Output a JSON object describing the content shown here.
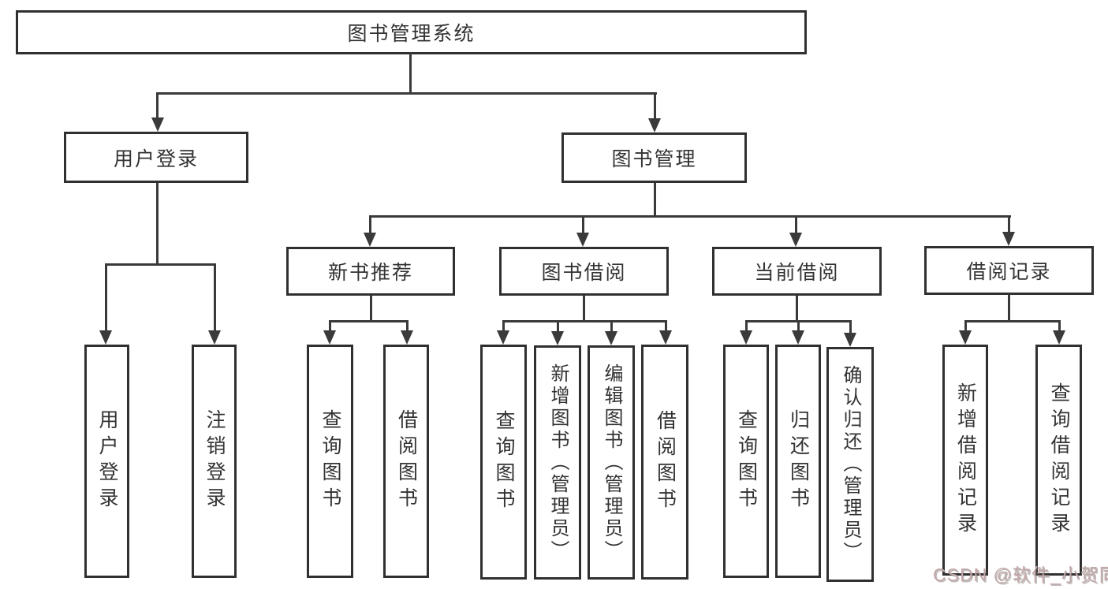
{
  "diagram_title": "图书管理系统",
  "tree": {
    "label": "图书管理系统",
    "children": [
      {
        "label": "用户登录",
        "children": [
          {
            "label": "用户登录"
          },
          {
            "label": "注销登录"
          }
        ]
      },
      {
        "label": "图书管理",
        "children": [
          {
            "label": "新书推荐",
            "children": [
              {
                "label": "查询图书"
              },
              {
                "label": "借阅图书"
              }
            ]
          },
          {
            "label": "图书借阅",
            "children": [
              {
                "label": "查询图书"
              },
              {
                "label": "新增图书（管理员）"
              },
              {
                "label": "编辑图书（管理员）"
              },
              {
                "label": "借阅图书"
              }
            ]
          },
          {
            "label": "当前借阅",
            "children": [
              {
                "label": "查询图书"
              },
              {
                "label": "归还图书"
              },
              {
                "label": "确认归还（管理员）"
              }
            ]
          },
          {
            "label": "借阅记录",
            "children": [
              {
                "label": "新增借阅记录"
              },
              {
                "label": "查询借阅记录"
              }
            ]
          }
        ]
      }
    ]
  },
  "watermark": {
    "text": "CSDN @软件_小贺同学"
  },
  "colors": {
    "line": "#3a3a3a",
    "box_border": "#303030",
    "text": "#333333",
    "watermark": "#c2a8a8",
    "background": "#ffffff"
  }
}
